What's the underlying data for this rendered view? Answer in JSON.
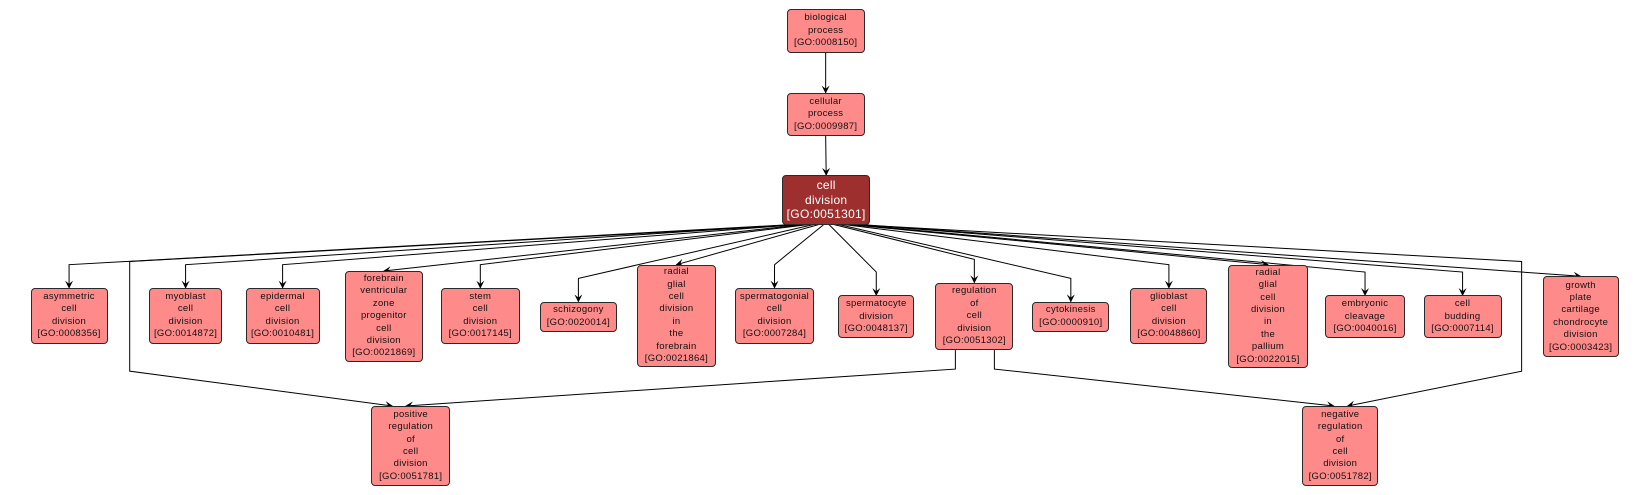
{
  "graph": {
    "nodes": [
      {
        "id": "GO:0008150",
        "lines": [
          "biological",
          "process"
        ],
        "go": "[GO:0008150]"
      },
      {
        "id": "GO:0009987",
        "lines": [
          "cellular",
          "process"
        ],
        "go": "[GO:0009987]"
      },
      {
        "id": "GO:0051301",
        "lines": [
          "cell",
          "division"
        ],
        "go": "[GO:0051301]",
        "highlighted": true
      },
      {
        "id": "GO:0008356",
        "lines": [
          "asymmetric",
          "cell",
          "division"
        ],
        "go": "[GO:0008356]"
      },
      {
        "id": "GO:0014872",
        "lines": [
          "myoblast",
          "cell",
          "division"
        ],
        "go": "[GO:0014872]"
      },
      {
        "id": "GO:0010481",
        "lines": [
          "epidermal",
          "cell",
          "division"
        ],
        "go": "[GO:0010481]"
      },
      {
        "id": "GO:0021869",
        "lines": [
          "forebrain",
          "ventricular",
          "zone",
          "progenitor",
          "cell",
          "division"
        ],
        "go": "[GO:0021869]"
      },
      {
        "id": "GO:0017145",
        "lines": [
          "stem",
          "cell",
          "division"
        ],
        "go": "[GO:0017145]"
      },
      {
        "id": "GO:0020014",
        "lines": [
          "schizogony"
        ],
        "go": "[GO:0020014]"
      },
      {
        "id": "GO:0021864",
        "lines": [
          "radial",
          "glial",
          "cell",
          "division",
          "in",
          "the",
          "forebrain"
        ],
        "go": "[GO:0021864]"
      },
      {
        "id": "GO:0007284",
        "lines": [
          "spermatogonial",
          "cell",
          "division"
        ],
        "go": "[GO:0007284]"
      },
      {
        "id": "GO:0048137",
        "lines": [
          "spermatocyte",
          "division"
        ],
        "go": "[GO:0048137]"
      },
      {
        "id": "GO:0051302",
        "lines": [
          "regulation",
          "of",
          "cell",
          "division"
        ],
        "go": "[GO:0051302]"
      },
      {
        "id": "GO:0000910",
        "lines": [
          "cytokinesis"
        ],
        "go": "[GO:0000910]"
      },
      {
        "id": "GO:0048860",
        "lines": [
          "glioblast",
          "cell",
          "division"
        ],
        "go": "[GO:0048860]"
      },
      {
        "id": "GO:0022015",
        "lines": [
          "radial",
          "glial",
          "cell",
          "division",
          "in",
          "the",
          "pallium"
        ],
        "go": "[GO:0022015]"
      },
      {
        "id": "GO:0040016",
        "lines": [
          "embryonic",
          "cleavage"
        ],
        "go": "[GO:0040016]"
      },
      {
        "id": "GO:0007114",
        "lines": [
          "cell",
          "budding"
        ],
        "go": "[GO:0007114]"
      },
      {
        "id": "GO:0003423",
        "lines": [
          "growth",
          "plate",
          "cartilage",
          "chondrocyte",
          "division"
        ],
        "go": "[GO:0003423]"
      },
      {
        "id": "GO:0051781",
        "lines": [
          "positive",
          "regulation",
          "of",
          "cell",
          "division"
        ],
        "go": "[GO:0051781]"
      },
      {
        "id": "GO:0051782",
        "lines": [
          "negative",
          "regulation",
          "of",
          "cell",
          "division"
        ],
        "go": "[GO:0051782]"
      }
    ],
    "edges": [
      [
        "GO:0008150",
        "GO:0009987"
      ],
      [
        "GO:0009987",
        "GO:0051301"
      ],
      [
        "GO:0051301",
        "GO:0008356"
      ],
      [
        "GO:0051301",
        "GO:0014872"
      ],
      [
        "GO:0051301",
        "GO:0010481"
      ],
      [
        "GO:0051301",
        "GO:0021869"
      ],
      [
        "GO:0051301",
        "GO:0017145"
      ],
      [
        "GO:0051301",
        "GO:0020014"
      ],
      [
        "GO:0051301",
        "GO:0021864"
      ],
      [
        "GO:0051301",
        "GO:0007284"
      ],
      [
        "GO:0051301",
        "GO:0048137"
      ],
      [
        "GO:0051301",
        "GO:0051302"
      ],
      [
        "GO:0051301",
        "GO:0000910"
      ],
      [
        "GO:0051301",
        "GO:0048860"
      ],
      [
        "GO:0051301",
        "GO:0022015"
      ],
      [
        "GO:0051301",
        "GO:0040016"
      ],
      [
        "GO:0051301",
        "GO:0007114"
      ],
      [
        "GO:0051301",
        "GO:0003423"
      ],
      [
        "GO:0051301",
        "GO:0051781"
      ],
      [
        "GO:0051302",
        "GO:0051781"
      ],
      [
        "GO:0051302",
        "GO:0051782"
      ],
      [
        "GO:0051301",
        "GO:0051782"
      ]
    ],
    "colors": {
      "node_fill": "#ff8a8a",
      "focus_fill": "#9e2f2f",
      "border": "#2a2a2a",
      "edge": "#000000"
    }
  }
}
